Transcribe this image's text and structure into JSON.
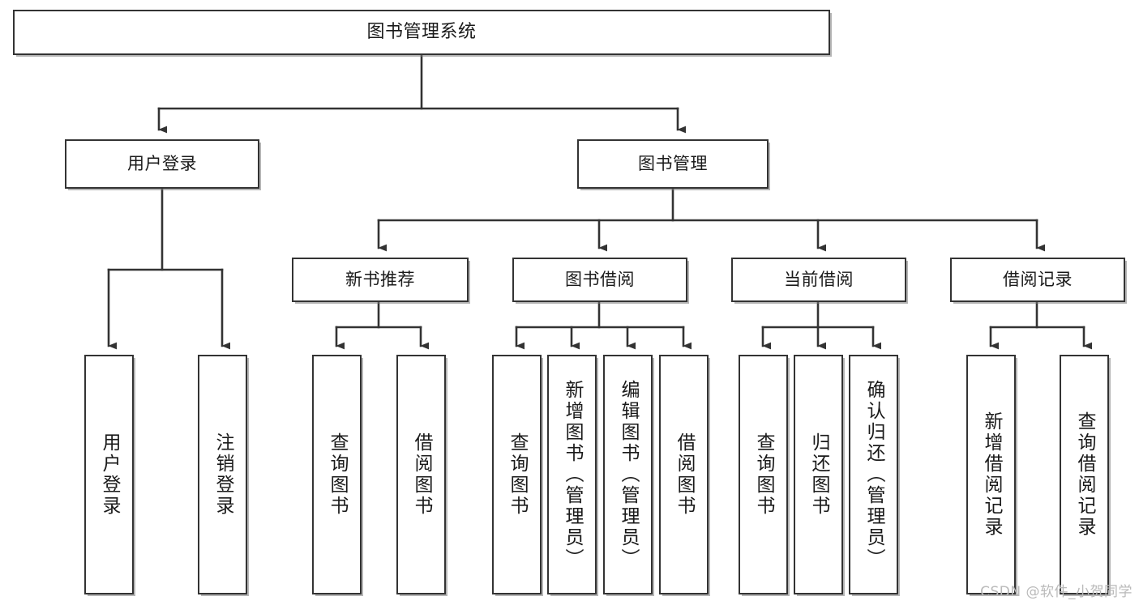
{
  "diagram": {
    "title": "图书管理系统",
    "type": "tree",
    "watermark": "CSDN @软件_小贺同学",
    "colors": {
      "background": "#ffffff",
      "box_border": "#333333",
      "box_fill": "#ffffff",
      "connector": "#333333",
      "text": "#1a1a1a",
      "watermark": "#b9b9b9"
    },
    "root": {
      "id": "root",
      "label": "图书管理系统"
    },
    "level2": [
      {
        "id": "user-login",
        "label": "用户登录"
      },
      {
        "id": "book-manage",
        "label": "图书管理"
      }
    ],
    "level3": [
      {
        "id": "new-book-rec",
        "label": "新书推荐",
        "parent": "book-manage"
      },
      {
        "id": "book-borrow",
        "label": "图书借阅",
        "parent": "book-manage"
      },
      {
        "id": "current-borrow",
        "label": "当前借阅",
        "parent": "book-manage"
      },
      {
        "id": "borrow-record",
        "label": "借阅记录",
        "parent": "book-manage"
      }
    ],
    "leaves": [
      {
        "id": "leaf-user-login",
        "label": "用户登录",
        "parent": "user-login"
      },
      {
        "id": "leaf-logout-login",
        "label": "注销登录",
        "parent": "user-login"
      },
      {
        "id": "leaf-query-book-1",
        "label": "查询图书",
        "parent": "new-book-rec"
      },
      {
        "id": "leaf-borrow-book-1",
        "label": "借阅图书",
        "parent": "new-book-rec"
      },
      {
        "id": "leaf-query-book-2",
        "label": "查询图书",
        "parent": "book-borrow"
      },
      {
        "id": "leaf-add-book",
        "label": "新增图书（管理员）",
        "parent": "book-borrow"
      },
      {
        "id": "leaf-edit-book",
        "label": "编辑图书（管理员）",
        "parent": "book-borrow"
      },
      {
        "id": "leaf-borrow-book-2",
        "label": "借阅图书",
        "parent": "book-borrow"
      },
      {
        "id": "leaf-query-book-3",
        "label": "查询图书",
        "parent": "current-borrow"
      },
      {
        "id": "leaf-return-book",
        "label": "归还图书",
        "parent": "current-borrow"
      },
      {
        "id": "leaf-confirm-return",
        "label": "确认归还（管理员）",
        "parent": "current-borrow"
      },
      {
        "id": "leaf-add-record",
        "label": "新增借阅记录",
        "parent": "borrow-record"
      },
      {
        "id": "leaf-query-record",
        "label": "查询借阅记录",
        "parent": "borrow-record"
      }
    ]
  }
}
